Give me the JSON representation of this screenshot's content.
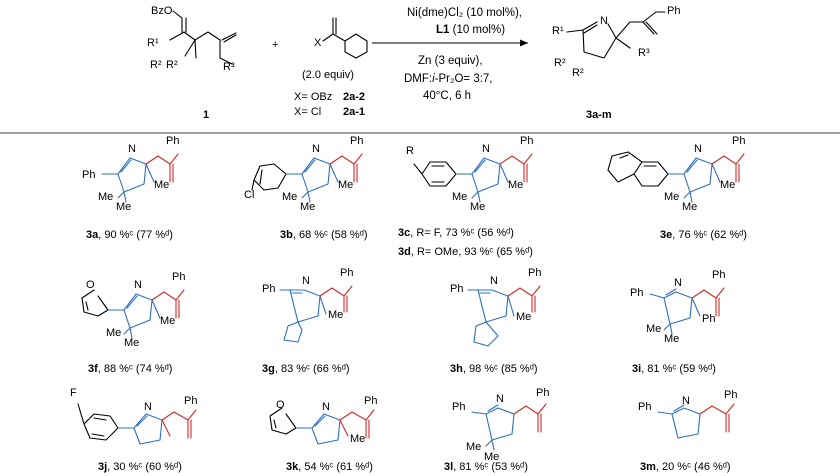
{
  "scheme": {
    "reagent_pre": {
      "oxime_label": "BzO",
      "r1": "R¹",
      "r2a": "R²",
      "r2b": "R²",
      "r3": "R³",
      "number": "1"
    },
    "reagent_acyl": {
      "x": "X",
      "equiv": "(2.0 equiv)",
      "x1": "X= OBz",
      "c1": "2a-2",
      "x2": "X= Cl",
      "c2": "2a-1"
    },
    "plus": "+",
    "conditions": {
      "line1": "Ni(dme)Cl₂ (10 mol%),",
      "line2": "L1",
      "line2b": " (10 mol%)",
      "line3": "Zn (3 equiv),",
      "line4a": "DMF:",
      "line4b": "i",
      "line4c": "-Pr₂O= 3:7,",
      "line5": "40°C, 6 h"
    },
    "product": {
      "r1": "R¹",
      "r2a": "R²",
      "r2b": "R²",
      "r3": "R³",
      "n": "N",
      "ph": "Ph",
      "number": "3a-m"
    }
  },
  "compounds": [
    {
      "id": "3a",
      "text": ", 90 %ᶜ (77 %ᵈ)"
    },
    {
      "id": "3b",
      "text": ", 68 %ᶜ (58 %ᵈ)"
    },
    {
      "id": "3c",
      "text": ", R= F,      73 %ᶜ (56 %ᵈ)"
    },
    {
      "id": "3d",
      "text": ", R= OMe, 93 %ᶜ (65 %ᵈ)"
    },
    {
      "id": "3e",
      "text": ", 76 %ᶜ (62 %ᵈ)"
    },
    {
      "id": "3f",
      "text": ", 88 %ᶜ (74 %ᵈ)"
    },
    {
      "id": "3g",
      "text": ", 83 %ᶜ (66 %ᵈ)"
    },
    {
      "id": "3h",
      "text": ", 98 %ᶜ (85 %ᵈ)"
    },
    {
      "id": "3i",
      "text": ", 81 %ᶜ (59 %ᵈ)"
    },
    {
      "id": "3j",
      "text": ", 30 %ᶜ (60 %ᵈ)"
    },
    {
      "id": "3k",
      "text": ", 54 %ᶜ (61 %ᵈ)"
    },
    {
      "id": "3l",
      "text": ", 81 %ᶜ (53 %ᵈ)"
    },
    {
      "id": "3m",
      "text": ", 20 %ᶜ (46 %ᵈ)"
    }
  ],
  "atoms": {
    "ph": "Ph",
    "n": "N",
    "me": "Me",
    "cl": "Cl",
    "r": "R",
    "f": "F",
    "o": "O"
  },
  "colors": {
    "scaffold": "#2f6fbf",
    "acyl": "#d22a2a",
    "text": "#000000"
  }
}
